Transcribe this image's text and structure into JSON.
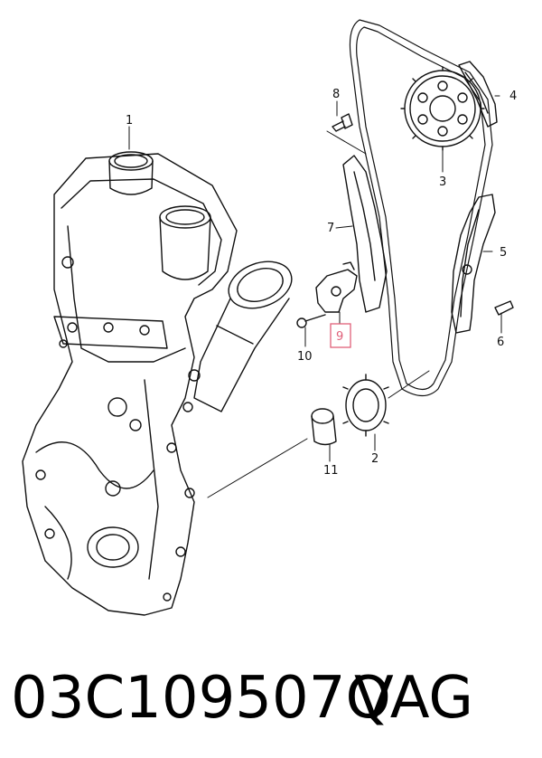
{
  "callouts": {
    "c1": "1",
    "c2": "2",
    "c3": "3",
    "c4": "4",
    "c5": "5",
    "c6": "6",
    "c7": "7",
    "c8": "8",
    "c9": "9",
    "c10": "10",
    "c11": "11"
  },
  "highlighted_callout": "9",
  "footer": {
    "part_code": "03C109507Q",
    "brand": "VAG"
  },
  "colors": {
    "line": "#111111",
    "highlight_border": "#e0607a"
  }
}
